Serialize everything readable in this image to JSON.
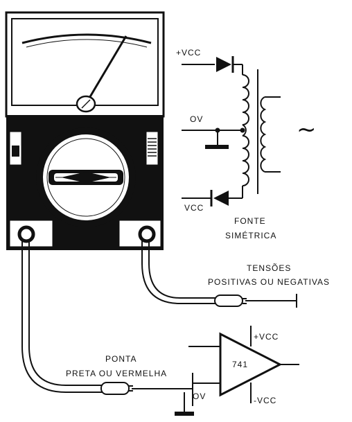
{
  "circuit": {
    "source": {
      "vcc_pos": "+VCC",
      "ground": "OV",
      "vcc_neg": "VCC",
      "caption_line1": "FONTE",
      "caption_line2": "SIMÉTRICA"
    },
    "voltages": {
      "line1": "TENSÕES",
      "line2": "POSITIVAS OU NEGATIVAS"
    },
    "probe": {
      "line1": "PONTA",
      "line2": "PRETA OU VERMELHA"
    },
    "opamp": {
      "label": "741",
      "vcc_pos": "+VCC",
      "vcc_neg": "-VCC",
      "ground": "OV"
    },
    "ac_symbol": "~"
  }
}
